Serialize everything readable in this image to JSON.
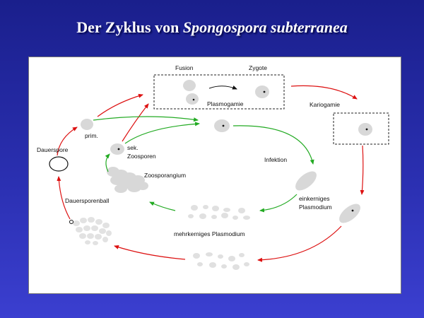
{
  "title": {
    "prefix": "Der Zyklus von",
    "species": "Spongospora subterranea"
  },
  "labels": {
    "fusion": "Fusion",
    "zygote": "Zygote",
    "plasmogamie": "Plasmogamie",
    "kariogamie": "Kariogamie",
    "prim": "prim.",
    "dauerspore": "Dauerspore",
    "sek_line1": "sek.",
    "sek_line2": "Zoosporen",
    "zoosporangium": "Zoosporangium",
    "infektion": "Infektion",
    "einkerniges_line1": "einkerniges",
    "einkerniges_line2": "Plasmodium",
    "dauersporenball": "Dauersporenball",
    "mehrkerniges": "mehrkerniges Plasmodium"
  },
  "colors": {
    "background_top": "#1a1f8c",
    "background_bottom": "#3b3fd0",
    "red_arrow": "#dd1111",
    "green_arrow": "#22aa22",
    "cell_gray": "#d8d8d8"
  }
}
